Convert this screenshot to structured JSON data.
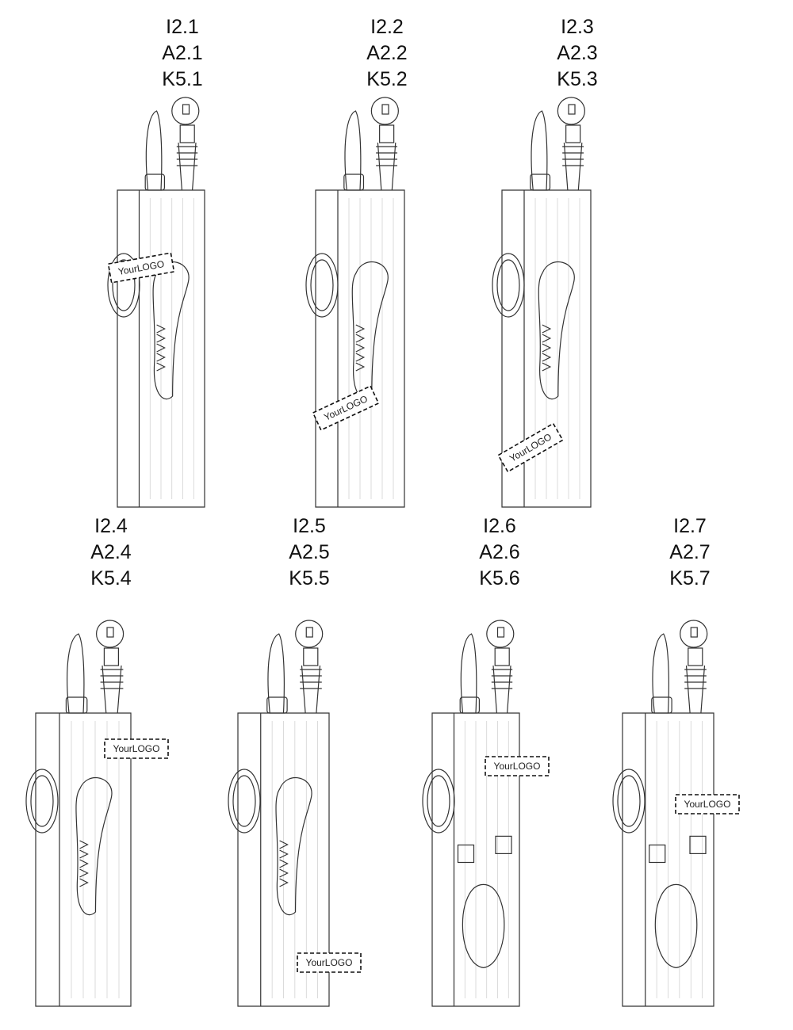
{
  "logo_placeholder": "YourLOGO",
  "items": [
    {
      "codes": [
        "I2.1",
        "A2.1",
        "K5.1"
      ],
      "variant": "corkscrew"
    },
    {
      "codes": [
        "I2.2",
        "A2.2",
        "K5.2"
      ],
      "variant": "corkscrew"
    },
    {
      "codes": [
        "I2.3",
        "A2.3",
        "K5.3"
      ],
      "variant": "corkscrew"
    },
    {
      "codes": [
        "I2.4",
        "A2.4",
        "K5.4"
      ],
      "variant": "corkscrew"
    },
    {
      "codes": [
        "I2.5",
        "A2.5",
        "K5.5"
      ],
      "variant": "corkscrew"
    },
    {
      "codes": [
        "I2.6",
        "A2.6",
        "K5.6"
      ],
      "variant": "cutter"
    },
    {
      "codes": [
        "I2.7",
        "A2.7",
        "K5.7"
      ],
      "variant": "cutter"
    }
  ]
}
